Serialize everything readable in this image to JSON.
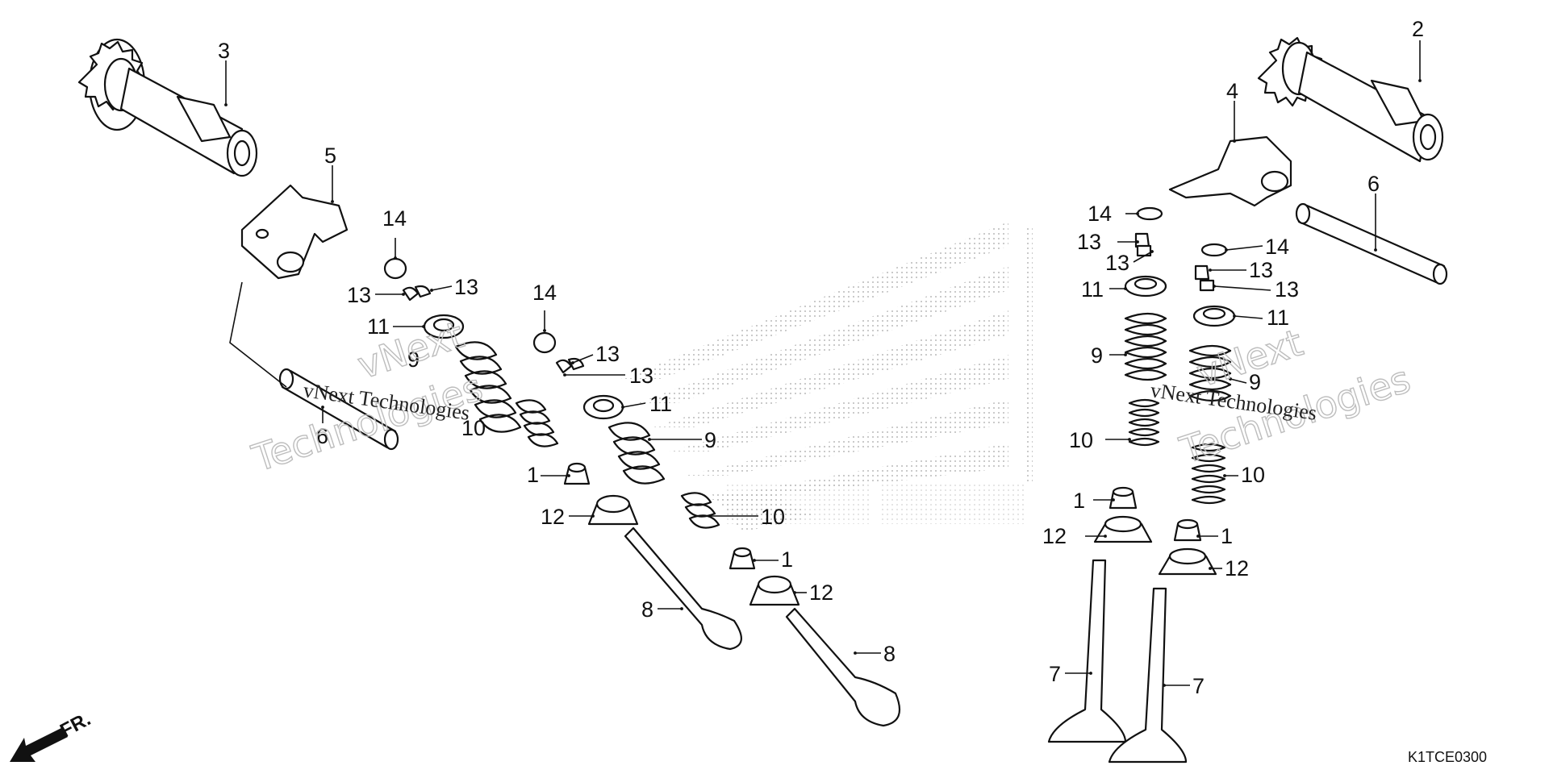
{
  "watermark": {
    "line1": "vNext",
    "line2": "Technologies",
    "inline": "vNext Technologies"
  },
  "drawing_code": "K1TCE0300",
  "direction_label": "FR.",
  "callouts": [
    "1",
    "2",
    "3",
    "4",
    "5",
    "6",
    "7",
    "8",
    "9",
    "10",
    "11",
    "12",
    "13",
    "14"
  ]
}
